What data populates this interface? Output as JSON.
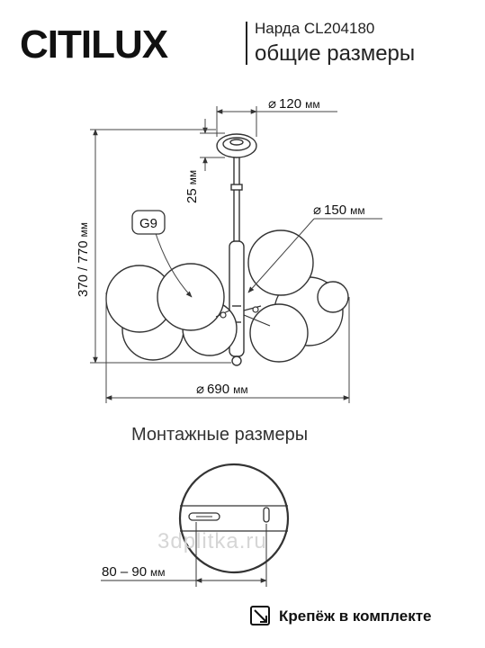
{
  "header": {
    "brand": "CITILUX",
    "model": "Нарда CL204180",
    "title": "общие размеры"
  },
  "dimensions": {
    "canopy_diameter": "120",
    "canopy_height": "25",
    "shade_diameter": "150",
    "overall_height": "370 / 770",
    "overall_diameter": "690",
    "unit": "мм",
    "diameter_symbol": "⌀"
  },
  "bulb": {
    "type": "G9"
  },
  "mounting": {
    "title": "Монтажные размеры",
    "hole_spacing": "80 – 90",
    "unit": "мм"
  },
  "footer": {
    "kit_label": "Крепёж в комплекте",
    "watermark": "3dplitka.ru"
  }
}
